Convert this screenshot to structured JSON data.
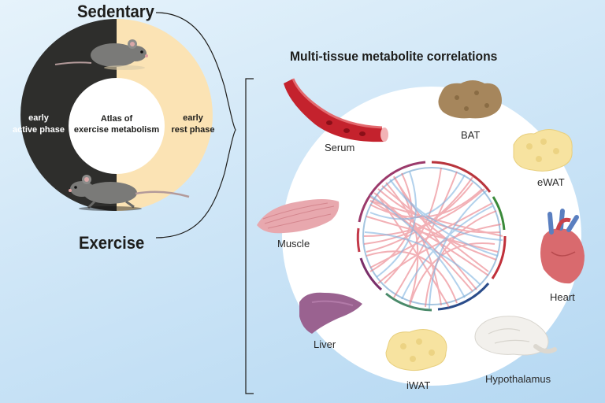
{
  "labels": {
    "sedentary": "Sedentary",
    "exercise": "Exercise",
    "title": "Multi-tissue metabolite correlations"
  },
  "cycle": {
    "center": [
      "Atlas of",
      "exercise metabolism"
    ],
    "left_phase": [
      "early",
      "active phase"
    ],
    "right_phase": [
      "early",
      "rest phase"
    ]
  },
  "tissues": [
    "Serum",
    "BAT",
    "eWAT",
    "Heart",
    "Hypothalamus",
    "iWAT",
    "Liver",
    "Muscle"
  ],
  "colors": {
    "dark_phase": "#2e2e2c",
    "light_phase": "#fbe3b4",
    "connection_red": "#e8707a",
    "connection_blue": "#7fb3e0",
    "tissue_brown": "#a6865c",
    "fat_yellow": "#f7e3a0",
    "muscle_pink": "#e8a8ae",
    "liver_purple": "#9a6290",
    "heart_red": "#d96a6e",
    "brain_white": "#f2f0ec"
  }
}
